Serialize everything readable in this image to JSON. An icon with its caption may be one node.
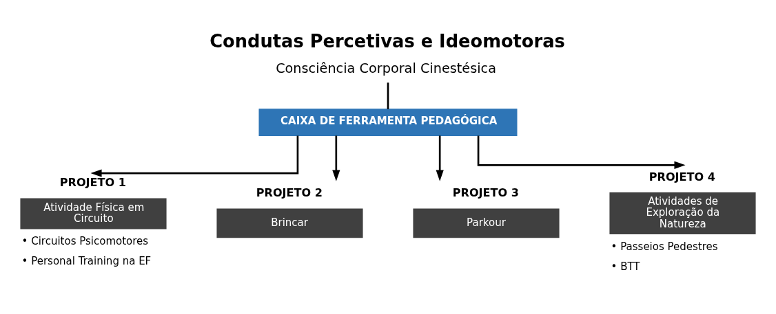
{
  "diagram": {
    "title": "Condutas Percetivas e Ideomotoras",
    "nodes": [
      {
        "text": [
          "Consciência Corporal Cinestésica"
        ]
      },
      {
        "text": [
          "CAIXA DE FERRAMENTA PEDAGÓGICA"
        ]
      },
      {
        "text": [
          "PROJETO 1",
          "Atividade Física em Circuito"
        ],
        "beside": [
          "• Circuitos Psicomotores",
          "• Personal Training na EF"
        ]
      },
      {
        "text": [
          "PROJETO 2",
          "Brincar"
        ]
      },
      {
        "text": [
          "PROJETO 3",
          "Parkour"
        ]
      },
      {
        "text": [
          "PROJETO 4",
          "Atividades de Exploração da Natureza"
        ],
        "beside": [
          "• Passeios Pedestres",
          "• BTT"
        ]
      }
    ],
    "edges": [
      {
        "from": 0,
        "to": 1,
        "arrow": "none"
      },
      {
        "from": 1,
        "to": 2,
        "arrow": "to"
      },
      {
        "from": 1,
        "to": 3,
        "arrow": "to"
      },
      {
        "from": 1,
        "to": 4,
        "arrow": "to"
      },
      {
        "from": 1,
        "to": 5,
        "arrow": "to"
      }
    ]
  }
}
